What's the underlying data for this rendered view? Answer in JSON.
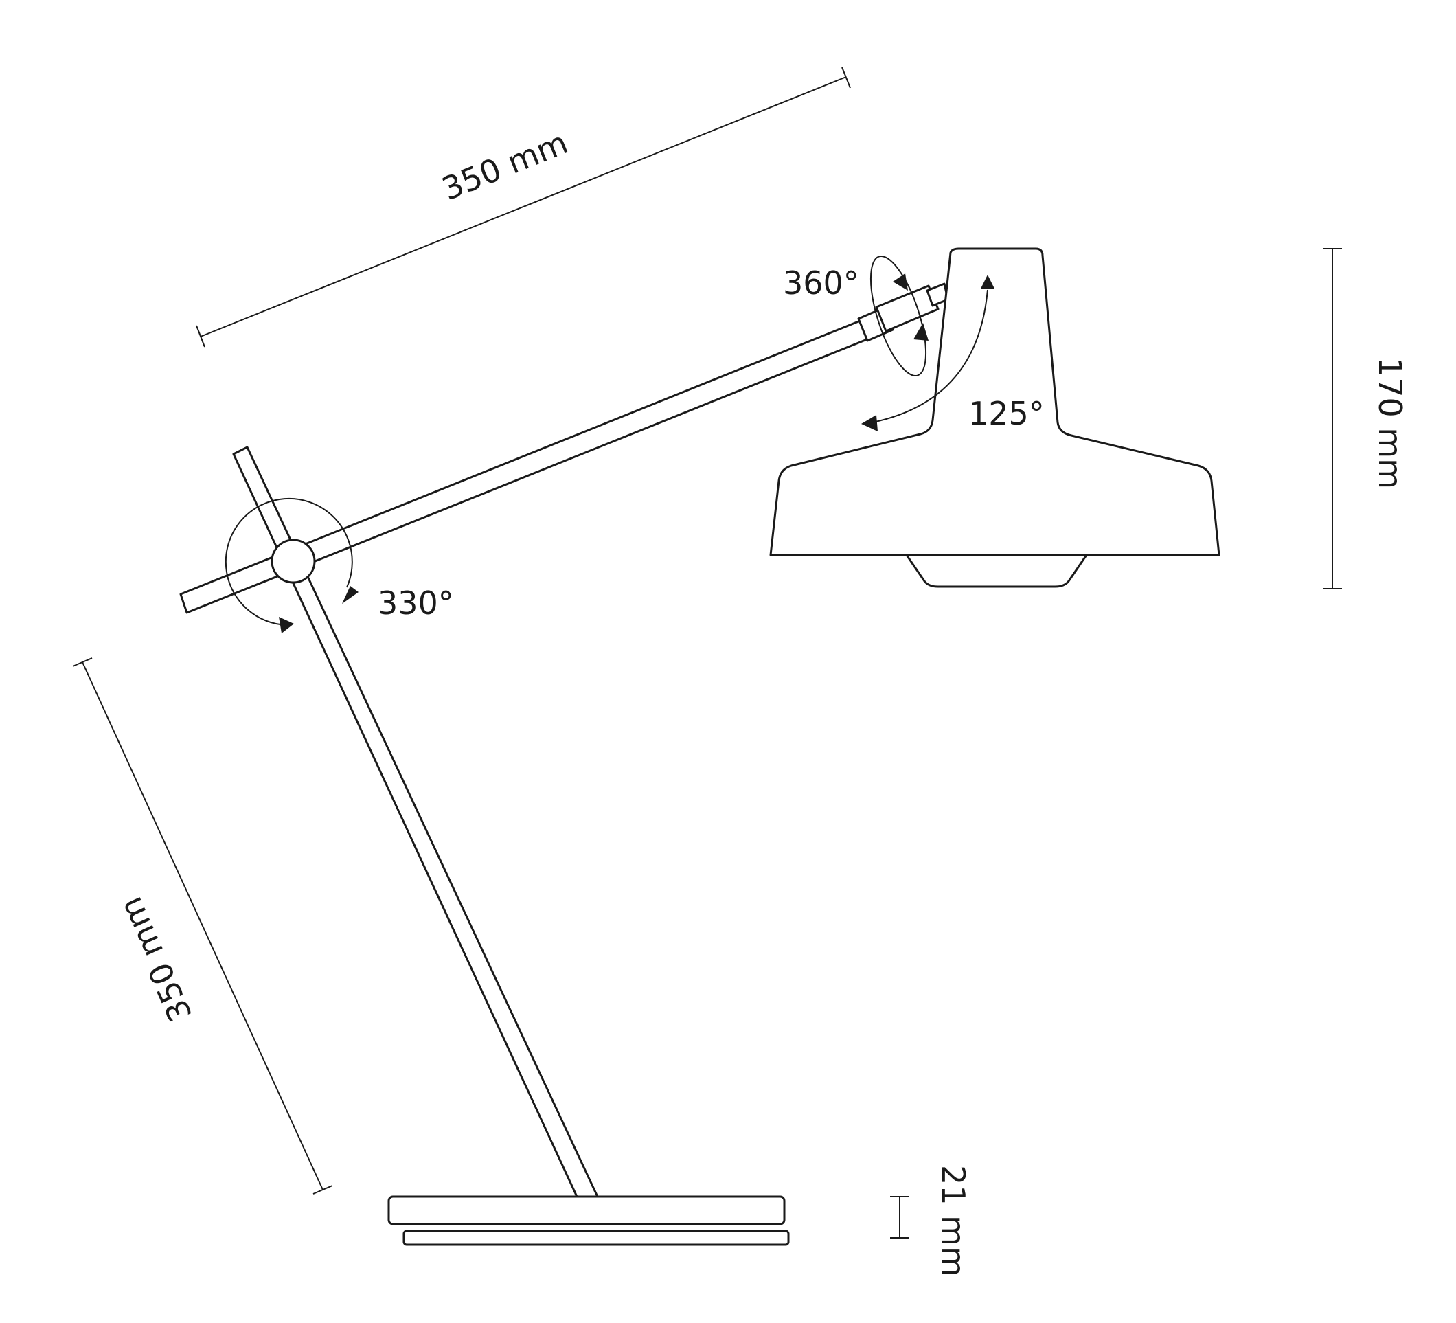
{
  "colors": {
    "line": "#1a1a1a",
    "background": "#ffffff"
  },
  "dimensions": {
    "arm_length": "350 mm",
    "stem_length": "350 mm",
    "shade_height": "170 mm",
    "base_height": "21 mm"
  },
  "angles": {
    "joint_rotation": "330°",
    "head_rotation": "360°",
    "shade_tilt": "125°"
  }
}
